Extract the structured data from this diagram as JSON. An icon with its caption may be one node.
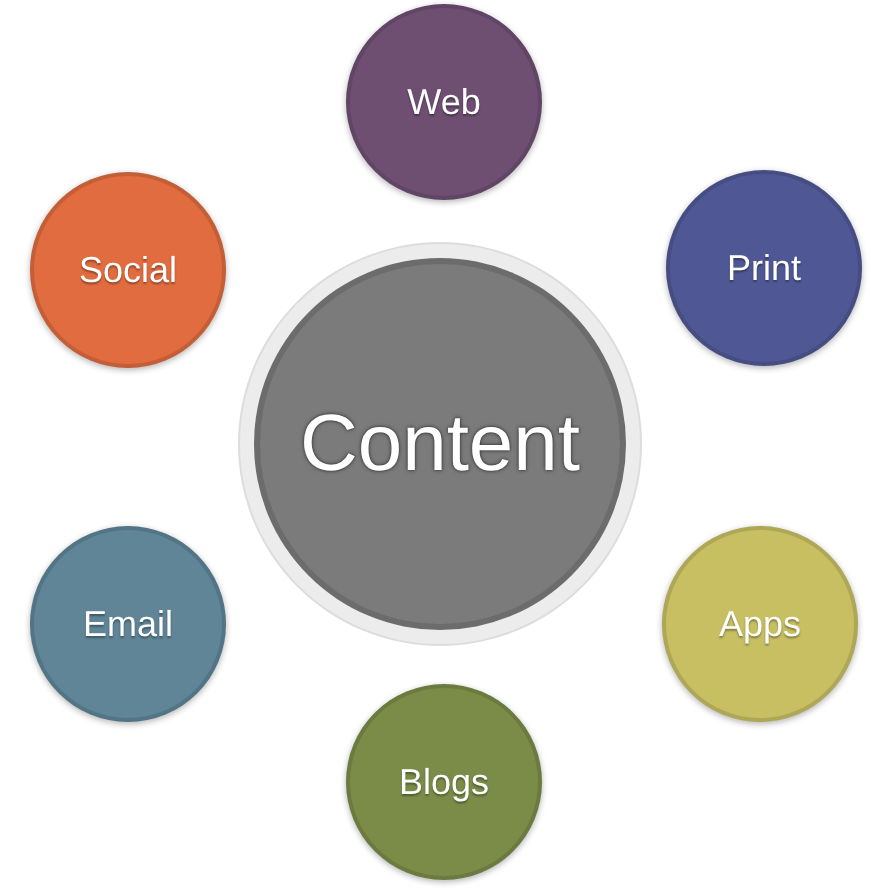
{
  "diagram": {
    "nodes": [
      {
        "text": [
          "Web"
        ]
      },
      {
        "text": [
          "Social"
        ]
      },
      {
        "text": [
          "Print"
        ]
      },
      {
        "text": [
          "Content"
        ]
      },
      {
        "text": [
          "Email"
        ]
      },
      {
        "text": [
          "Apps"
        ]
      },
      {
        "text": [
          "Blogs"
        ]
      }
    ]
  }
}
